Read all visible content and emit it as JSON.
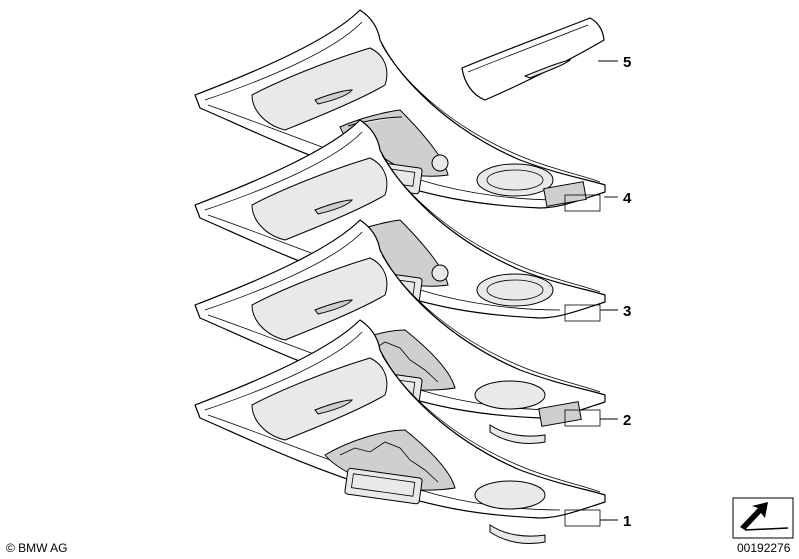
{
  "callouts": [
    {
      "label": "5"
    },
    {
      "label": "4"
    },
    {
      "label": "3"
    },
    {
      "label": "2"
    },
    {
      "label": "1"
    }
  ],
  "footer": {
    "copyright": "© BMW AG",
    "drawing_number": "00192276"
  }
}
